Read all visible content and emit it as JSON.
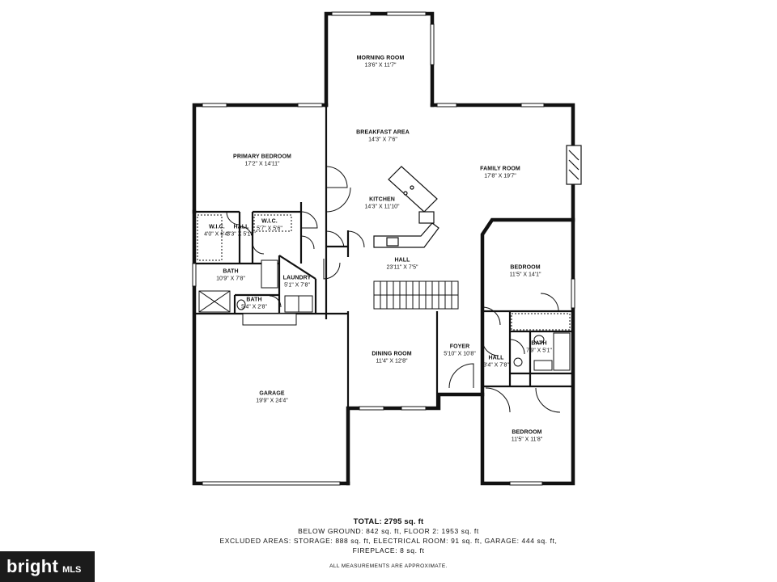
{
  "rooms": [
    {
      "id": "morning-room",
      "name": "MORNING ROOM",
      "dims": "13'6\" X 11'7\""
    },
    {
      "id": "breakfast-area",
      "name": "BREAKFAST AREA",
      "dims": "14'3\" X 7'6\""
    },
    {
      "id": "primary-bedroom",
      "name": "PRIMARY BEDROOM",
      "dims": "17'2\" X 14'11\""
    },
    {
      "id": "family-room",
      "name": "FAMILY ROOM",
      "dims": "17'8\" X 19'7\""
    },
    {
      "id": "kitchen",
      "name": "KITCHEN",
      "dims": "14'3\" X 11'10\""
    },
    {
      "id": "wic-1",
      "name": "W.I.C.",
      "dims": "4'0\" X 6'4\""
    },
    {
      "id": "hall-primary",
      "name": "HALL",
      "dims": "3'3\" X 5'10\""
    },
    {
      "id": "wic-2",
      "name": "W.I.C.",
      "dims": "5'7\" X 5'6\""
    },
    {
      "id": "hall-main",
      "name": "HALL",
      "dims": "23'11\" X 7'5\""
    },
    {
      "id": "bedroom-1",
      "name": "BEDROOM",
      "dims": "11'5\" X 14'1\""
    },
    {
      "id": "bath-primary",
      "name": "BATH",
      "dims": "10'9\" X 7'8\""
    },
    {
      "id": "laundry",
      "name": "LAUNDRY",
      "dims": "5'1\" X 7'8\""
    },
    {
      "id": "bath-half",
      "name": "BATH",
      "dims": "5'4\" X 2'8\""
    },
    {
      "id": "dining-room",
      "name": "DINING ROOM",
      "dims": "11'4\" X 12'8\""
    },
    {
      "id": "foyer",
      "name": "FOYER",
      "dims": "5'10\" X 10'8\""
    },
    {
      "id": "bath-hall",
      "name": "BATH",
      "dims": "7'9\" X 5'1\""
    },
    {
      "id": "hall-bedrooms",
      "name": "HALL",
      "dims": "3'4\" X 7'8\""
    },
    {
      "id": "garage",
      "name": "GARAGE",
      "dims": "19'9\" X 24'4\""
    },
    {
      "id": "bedroom-2",
      "name": "BEDROOM",
      "dims": "11'5\" X 11'8\""
    }
  ],
  "summary": {
    "total": "TOTAL: 2795 sq. ft",
    "line1": "BELOW GROUND: 842 sq. ft, FLOOR 2: 1953 sq. ft",
    "line2": "EXCLUDED AREAS: STORAGE: 888 sq. ft, ELECTRICAL ROOM: 91 sq. ft, GARAGE: 444 sq. ft,",
    "line3": "FIREPLACE: 8 sq. ft",
    "note": "ALL MEASUREMENTS ARE APPROXIMATE."
  },
  "logo": {
    "brand": "bright",
    "suffix": "MLS"
  }
}
